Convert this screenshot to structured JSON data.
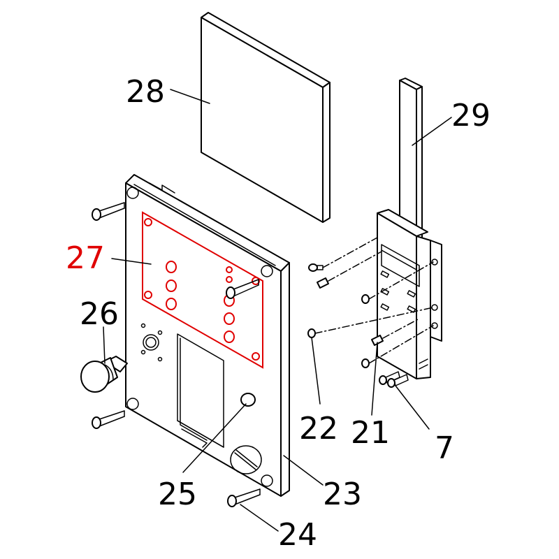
{
  "colors": {
    "line": "#000000",
    "highlight": "#e00000",
    "background": "#ffffff"
  },
  "labels": {
    "p7": "7",
    "p21": "21",
    "p22": "22",
    "p23": "23",
    "p24": "24",
    "p25": "25",
    "p26": "26",
    "p27": "27",
    "p28": "28",
    "p29": "29"
  },
  "highlighted_part": "27"
}
